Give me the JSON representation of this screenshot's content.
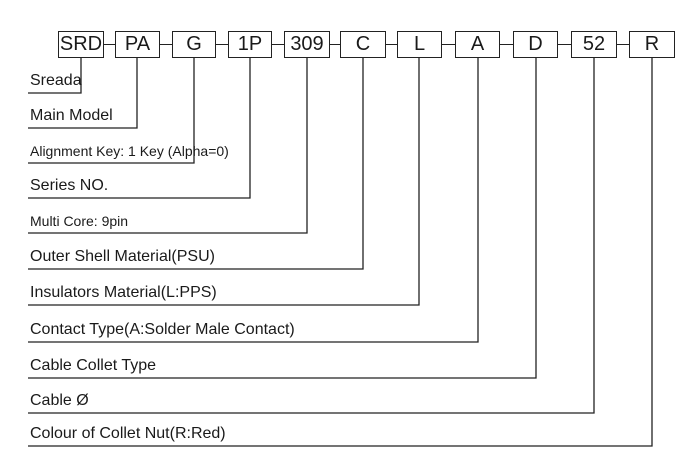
{
  "code_parts": [
    "SRD",
    "PA",
    "G",
    "1P",
    "309",
    "C",
    "L",
    "A",
    "D",
    "52",
    "R"
  ],
  "labels": {
    "l0": "Sreada",
    "l1": "Main Model",
    "l2": "Alignment Key: 1 Key (Alpha=0)",
    "l3": "Series NO.",
    "l4": "Multi Core: 9pin",
    "l5": "Outer Shell Material(PSU)",
    "l6": "Insulators Material(L:PPS)",
    "l7": "Contact Type(A:Solder Male Contact)",
    "l8": "Cable Collet Type",
    "l9": "Cable Ø",
    "l10": "Colour of Collet Nut(R:Red)"
  }
}
